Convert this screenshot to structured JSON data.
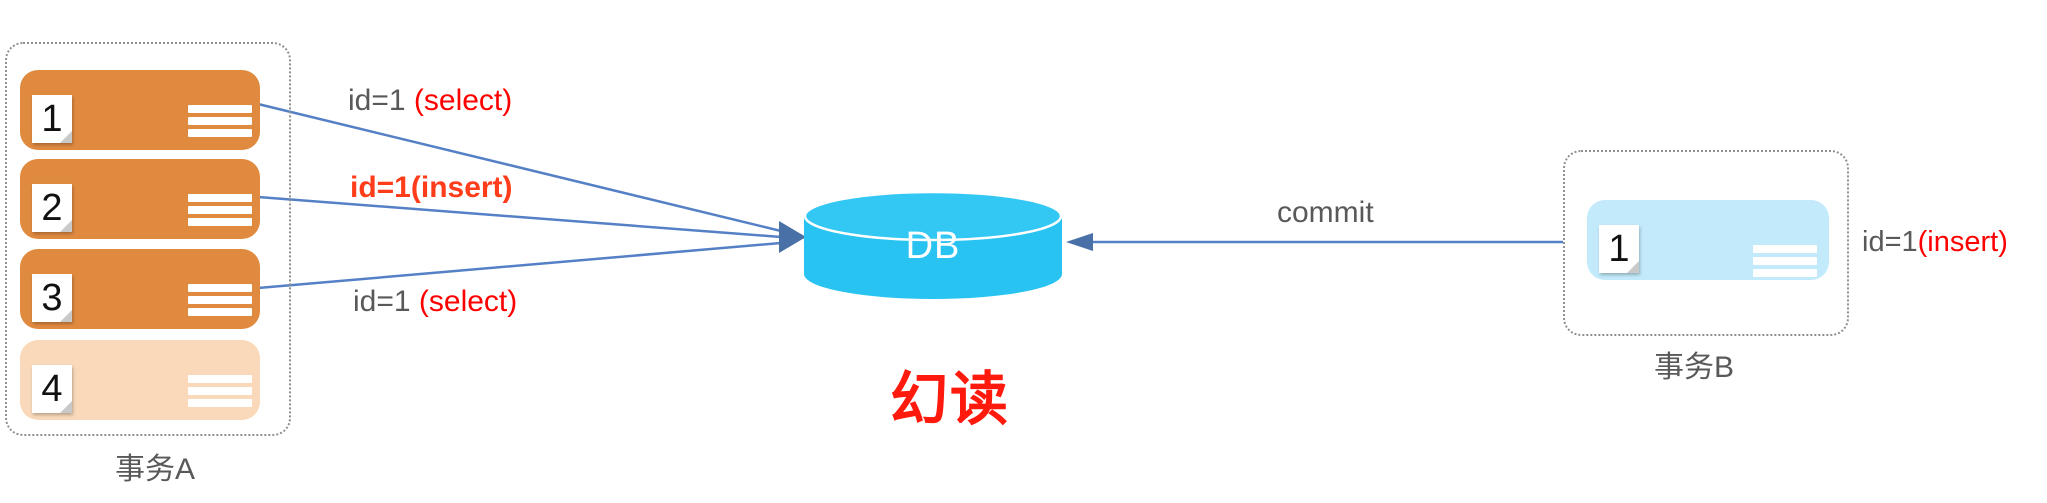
{
  "title": {
    "text": "幻读"
  },
  "db": {
    "label": "DB",
    "fill": "#29c3f2"
  },
  "transaction_a": {
    "label": "事务A",
    "steps": [
      {
        "number": "1",
        "fill": "#e08a40",
        "state": "active"
      },
      {
        "number": "2",
        "fill": "#e08a40",
        "state": "active"
      },
      {
        "number": "3",
        "fill": "#e08a40",
        "state": "active"
      },
      {
        "number": "4",
        "fill": "#f9d9ba",
        "state": "inactive"
      }
    ]
  },
  "transaction_b": {
    "label": "事务B",
    "steps": [
      {
        "number": "1",
        "fill": "#c3eafa",
        "state": "active"
      }
    ]
  },
  "edges": {
    "select1": {
      "id_part": "id=1 ",
      "op_part": "(select)"
    },
    "insert_a": {
      "label": "id=1(insert)"
    },
    "select2": {
      "id_part": "id=1 ",
      "op_part": "(select)"
    },
    "commit": {
      "label": "commit"
    },
    "insert_b": {
      "id_part": "id=1",
      "op_part": "(insert)"
    }
  },
  "icons": {
    "step": "page-icon",
    "step_lines": "list-lines-icon",
    "db": "database-cylinder-icon",
    "arrow": "arrowhead-icon"
  },
  "colors": {
    "bar_active": "#e08a40",
    "bar_inactive": "#f9d9ba",
    "bar_b": "#c3eafa",
    "db_fill": "#29c3f2",
    "arrow_line": "#5580c6",
    "arrowhead": "#4a70a8",
    "text_gray": "#595959",
    "select_red": "#ff0000",
    "insert_red": "#ff3d1a",
    "title_red": "#ff1a0d",
    "box_border": "#8f8f8f"
  }
}
